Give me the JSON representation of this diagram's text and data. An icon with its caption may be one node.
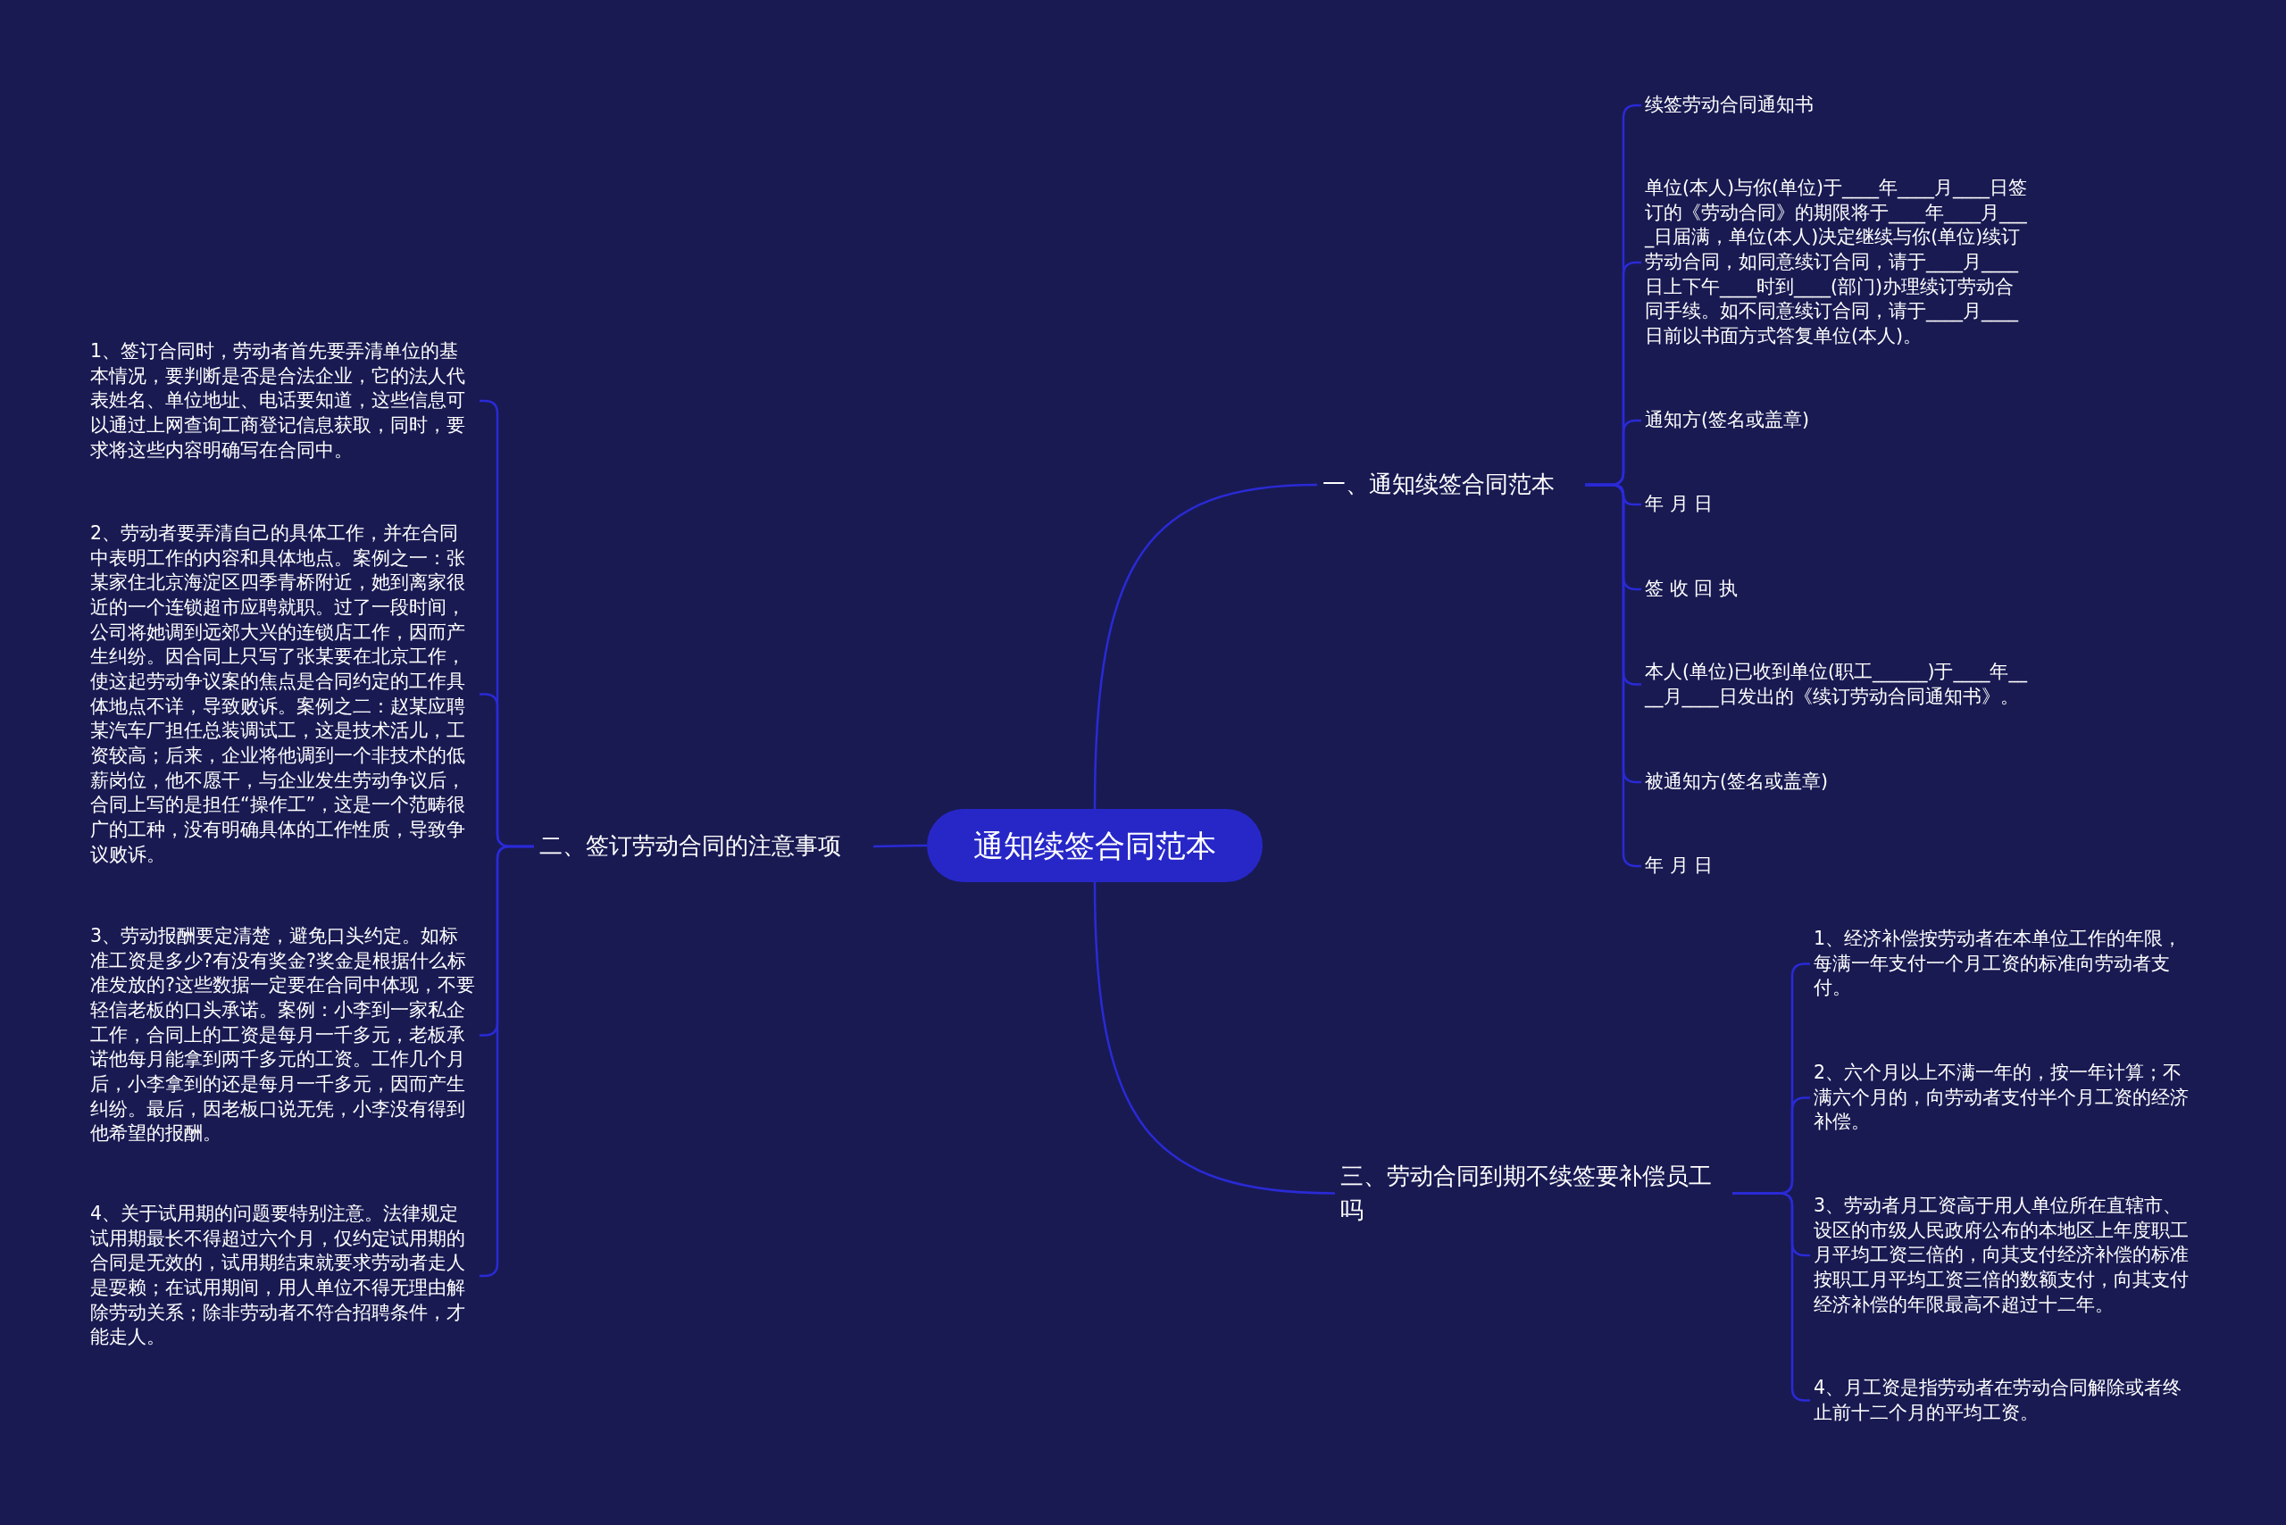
{
  "diagram": {
    "nodes": [
      {
        "text": [
          "通知续签合同范本"
        ]
      },
      {
        "text": [
          "一、通知续签合同范本"
        ]
      },
      {
        "text": [
          "续签劳动合同通知书"
        ]
      },
      {
        "text": [
          "单位(本人)与你(单位)于____年____月____日签订的《劳动合同》的期限将于____年____月____日届满，单位(本人)决定继续与你(单位)续订劳动合同，如同意续订合同，请于____月____日上下午____时到____(部门)办理续订劳动合同手续。如不同意续订合同，请于____月____日前以书面方式答复单位(本人)。"
        ]
      },
      {
        "text": [
          "通知方(签名或盖章)"
        ]
      },
      {
        "text": [
          "年 月 日"
        ]
      },
      {
        "text": [
          "签 收 回 执"
        ]
      },
      {
        "text": [
          "本人(单位)已收到单位(职工______)于____年____月____日发出的《续订劳动合同通知书》。"
        ]
      },
      {
        "text": [
          "被通知方(签名或盖章)"
        ]
      },
      {
        "text": [
          "年 月 日"
        ]
      },
      {
        "text": [
          "二、签订劳动合同的注意事项"
        ]
      },
      {
        "text": [
          "1、签订合同时，劳动者首先要弄清单位的基本情况，要判断是否是合法企业，它的法人代表姓名、单位地址、电话要知道，这些信息可以通过上网查询工商登记信息获取，同时，要求将这些内容明确写在合同中。"
        ]
      },
      {
        "text": [
          "2、劳动者要弄清自己的具体工作，并在合同中表明工作的内容和具体地点。案例之一：张某家住北京海淀区四季青桥附近，她到离家很近的一个连锁超市应聘就职。过了一段时间，公司将她调到远郊大兴的连锁店工作，因而产生纠纷。因合同上只写了张某要在北京工作，使这起劳动争议案的焦点是合同约定的工作具体地点不详，导致败诉。案例之二：赵某应聘某汽车厂担任总装调试工，这是技术活儿，工资较高；后来，企业将他调到一个非技术的低薪岗位，他不愿干，与企业发生劳动争议后，合同上写的是担任“操作工”，这是一个范畴很广的工种，没有明确具体的工作性质，导致争议败诉。"
        ]
      },
      {
        "text": [
          "3、劳动报酬要定清楚，避免口头约定。如标准工资是多少?有没有奖金?奖金是根据什么标准发放的?这些数据一定要在合同中体现，不要轻信老板的口头承诺。案例：小李到一家私企工作，合同上的工资是每月一千多元，老板承诺他每月能拿到两千多元的工资。工作几个月后，小李拿到的还是每月一千多元，因而产生纠纷。最后，因老板口说无凭，小李没有得到他希望的报酬。"
        ]
      },
      {
        "text": [
          "4、关于试用期的问题要特别注意。法律规定试用期最长不得超过六个月，仅约定试用期的合同是无效的，试用期结束就要求劳动者走人是耍赖；在试用期间，用人单位不得无理由解除劳动关系；除非劳动者不符合招聘条件，才能走人。"
        ]
      },
      {
        "text": [
          "三、劳动合同到期不续签要补偿员工吗"
        ]
      },
      {
        "text": [
          "1、经济补偿按劳动者在本单位工作的年限，每满一年支付一个月工资的标准向劳动者支付。"
        ]
      },
      {
        "text": [
          "2、六个月以上不满一年的，按一年计算；不满六个月的，向劳动者支付半个月工资的经济补偿。"
        ]
      },
      {
        "text": [
          "3、劳动者月工资高于用人单位所在直辖市、设区的市级人民政府公布的本地区上年度职工月平均工资三倍的，向其支付经济补偿的标准按职工月平均工资三倍的数额支付，向其支付经济补偿的年限最高不超过十二年。"
        ]
      },
      {
        "text": [
          "4、月工资是指劳动者在劳动合同解除或者终止前十二个月的平均工资。"
        ]
      }
    ],
    "edges": [
      {
        "from": 0,
        "to": 1,
        "arrow": "none"
      },
      {
        "from": 1,
        "to": 2,
        "arrow": "none"
      },
      {
        "from": 1,
        "to": 3,
        "arrow": "none"
      },
      {
        "from": 1,
        "to": 4,
        "arrow": "none"
      },
      {
        "from": 1,
        "to": 5,
        "arrow": "none"
      },
      {
        "from": 1,
        "to": 6,
        "arrow": "none"
      },
      {
        "from": 1,
        "to": 7,
        "arrow": "none"
      },
      {
        "from": 1,
        "to": 8,
        "arrow": "none"
      },
      {
        "from": 1,
        "to": 9,
        "arrow": "none"
      },
      {
        "from": 0,
        "to": 10,
        "arrow": "none"
      },
      {
        "from": 10,
        "to": 11,
        "arrow": "none"
      },
      {
        "from": 10,
        "to": 12,
        "arrow": "none"
      },
      {
        "from": 10,
        "to": 13,
        "arrow": "none"
      },
      {
        "from": 10,
        "to": 14,
        "arrow": "none"
      },
      {
        "from": 0,
        "to": 15,
        "arrow": "none"
      },
      {
        "from": 15,
        "to": 16,
        "arrow": "none"
      },
      {
        "from": 15,
        "to": 17,
        "arrow": "none"
      },
      {
        "from": 15,
        "to": 18,
        "arrow": "none"
      },
      {
        "from": 15,
        "to": 19,
        "arrow": "none"
      }
    ]
  }
}
